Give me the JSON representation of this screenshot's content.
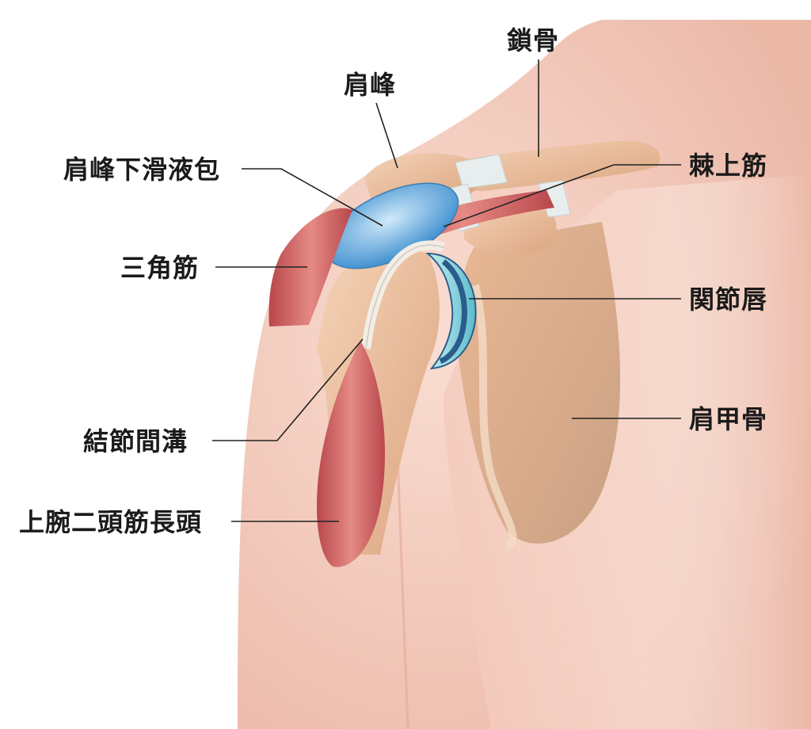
{
  "labels": {
    "clavicle": "鎖骨",
    "acromion": "肩峰",
    "subacromial_bursa": "肩峰下滑液包",
    "supraspinatus": "棘上筋",
    "deltoid": "三角筋",
    "labrum": "関節唇",
    "scapula": "肩甲骨",
    "bicipital_groove": "結節間溝",
    "biceps_long_head": "上腕二頭筋長頭"
  },
  "colors": {
    "skin": "#f6d3c6",
    "skin_shadow": "#e9b7a6",
    "bone": "#eec3a3",
    "bone_dark": "#d9a27f",
    "muscle": "#c8585a",
    "muscle_light": "#e38a85",
    "bursa": "#5aa6dd",
    "bursa_light": "#a8d6f2",
    "labrum": "#7fcfd8",
    "labrum_dark": "#2a5c8c",
    "ligament": "#e6ecec",
    "tendon": "#f2eee6",
    "label_text": "#1a1a1a",
    "leader_line": "#222222"
  }
}
